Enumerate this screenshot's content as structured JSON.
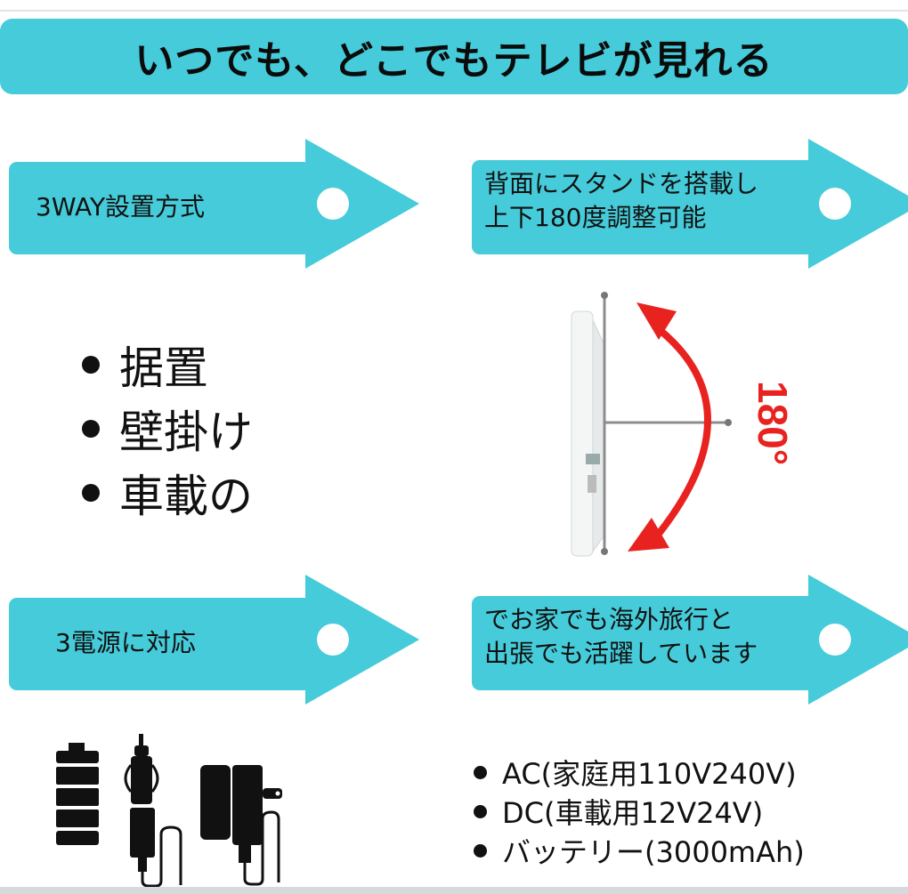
{
  "banner": {
    "title": "いつでも、どこでもテレビが見れる"
  },
  "arrows": [
    {
      "id": "install",
      "lines": [
        "3WAY設置方式"
      ]
    },
    {
      "id": "stand",
      "lines": [
        "背面にスタンドを搭載し",
        "上下180度調整可能"
      ]
    },
    {
      "id": "power",
      "lines": [
        "3電源に対応"
      ]
    },
    {
      "id": "travel",
      "lines": [
        "でお家でも海外旅行と",
        "出張でも活躍しています"
      ]
    }
  ],
  "install_methods": [
    "据置",
    "壁掛け",
    "車載の"
  ],
  "stand_illustration": {
    "angle_label": "180°",
    "icon": "tv-stand-rotation-icon"
  },
  "power_icons": [
    "battery-icon",
    "car-charger-icon",
    "ac-adapter-icon"
  ],
  "power_sources": [
    "AC(家庭用110V240V)",
    "DC(車載用12V24V)",
    "バッテリー(3000mAh)"
  ],
  "colors": {
    "accent": "#45cbd9",
    "arrow_red": "#e8231f",
    "text": "#111111"
  }
}
